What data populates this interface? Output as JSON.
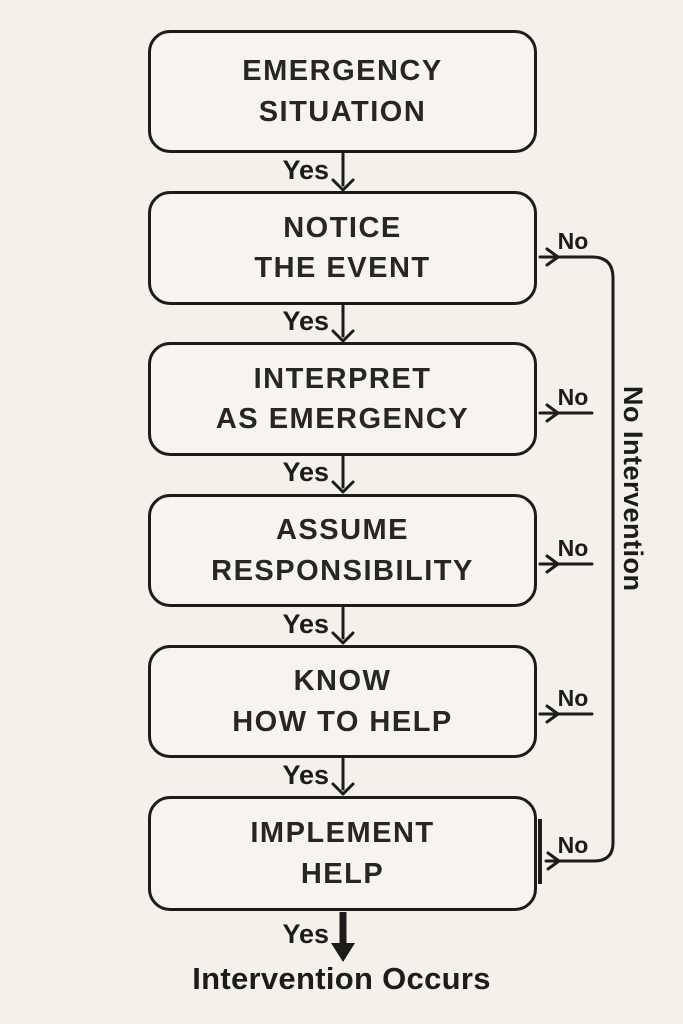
{
  "colors": {
    "background": "#f4f1eb",
    "box_fill": "#f7f4ef",
    "line": "#1c1c1c",
    "text": "#262626"
  },
  "boxes": [
    {
      "lines": [
        "EMERGENCY",
        "SITUATION"
      ]
    },
    {
      "lines": [
        "NOTICE",
        "THE EVENT"
      ]
    },
    {
      "lines": [
        "INTERPRET",
        "AS EMERGENCY"
      ]
    },
    {
      "lines": [
        "ASSUME",
        "RESPONSIBILITY"
      ]
    },
    {
      "lines": [
        "KNOW",
        "HOW TO HELP"
      ]
    },
    {
      "lines": [
        "IMPLEMENT",
        "HELP"
      ]
    }
  ],
  "labels": {
    "yes": "Yes",
    "no": "No"
  },
  "side_label": "No Intervention",
  "outcome_label": "Intervention Occurs"
}
